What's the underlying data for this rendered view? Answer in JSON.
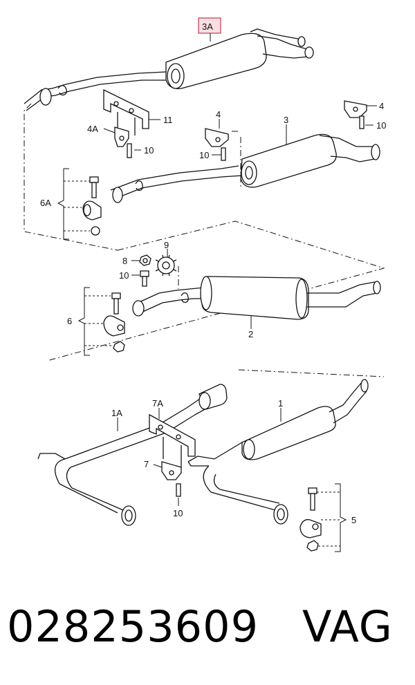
{
  "diagram": {
    "callouts": {
      "c_3A": "3A",
      "c_11": "11",
      "c_4A": "4A",
      "c_10a": "10",
      "c_4_mid": "4",
      "c_10b": "10",
      "c_3": "3",
      "c_4_right": "4",
      "c_10c": "10",
      "c_6A": "6A",
      "c_9": "9",
      "c_8": "8",
      "c_10d": "10",
      "c_6": "6",
      "c_2": "2",
      "c_1A": "1A",
      "c_7A": "7A",
      "c_1": "1",
      "c_7": "7",
      "c_10e": "10",
      "c_5": "5"
    },
    "highlighted_callout": "3A",
    "highlight_color": "#c83a50"
  },
  "caption": {
    "part_number": "028253609",
    "brand": "VAG"
  }
}
